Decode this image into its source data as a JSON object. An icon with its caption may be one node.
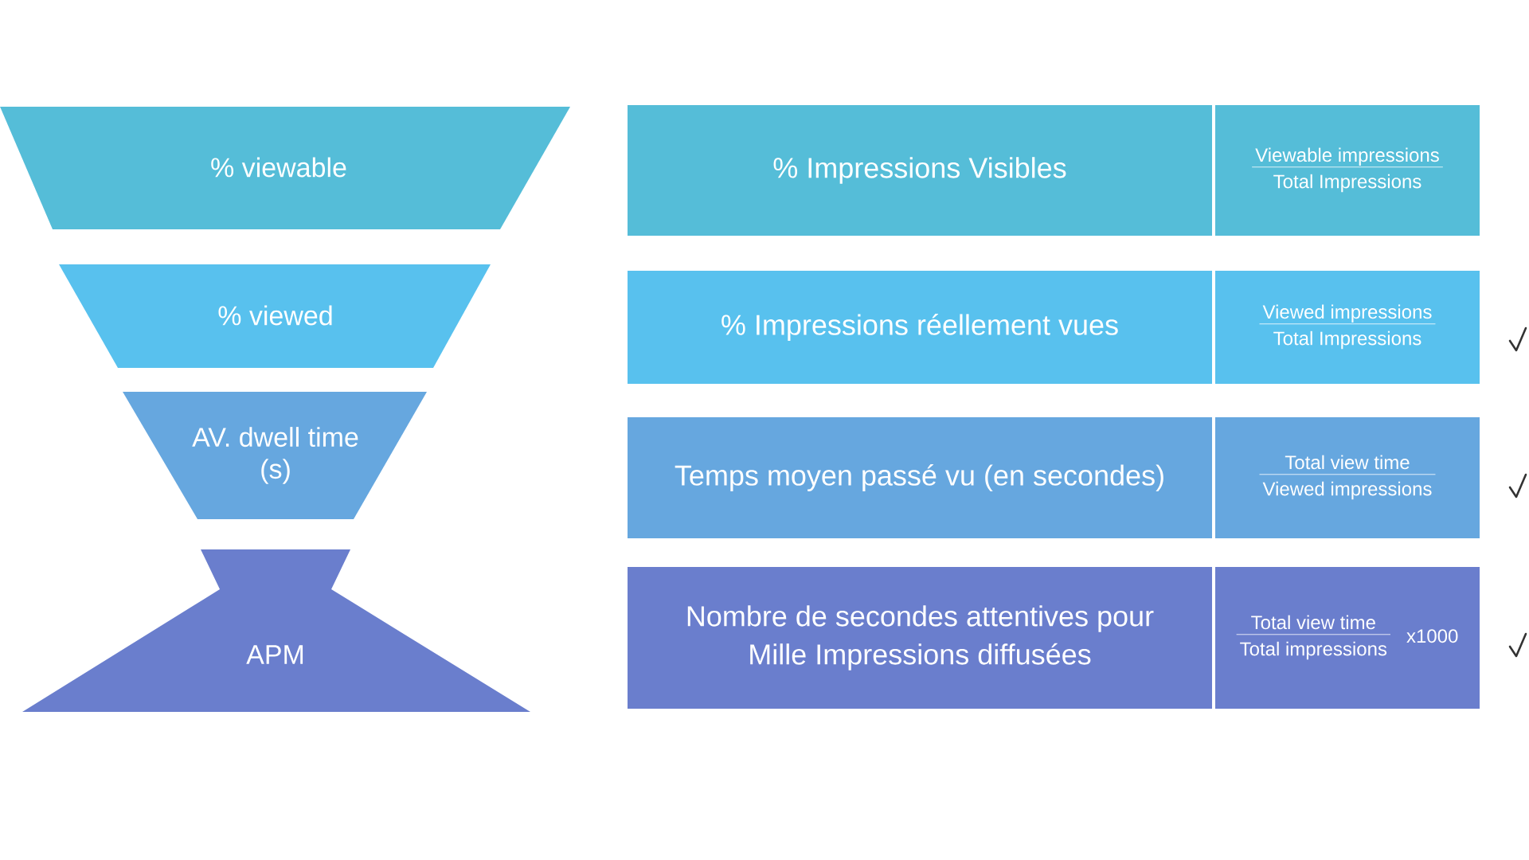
{
  "diagram": {
    "nodes": [
      {
        "text": [
          "% viewable"
        ]
      },
      {
        "text": [
          "% viewed"
        ]
      },
      {
        "text": [
          "AV. dwell time (s)"
        ]
      },
      {
        "text": [
          "APM"
        ]
      },
      {
        "text": [
          "% Impressions Visibles"
        ]
      },
      {
        "text": [
          "Viewable impressions",
          "Total Impressions"
        ]
      },
      {
        "text": [
          "% Impressions réellement vues"
        ]
      },
      {
        "text": [
          "Viewed impressions",
          "Total Impressions"
        ]
      },
      {
        "text": [
          "Temps moyen passé vu (en secondes)"
        ]
      },
      {
        "text": [
          "Total view time",
          "Viewed impressions"
        ]
      },
      {
        "text": [
          "Nombre de secondes attentives pour Mille Impressions diffusées"
        ]
      },
      {
        "text": [
          "Total view time",
          "Total impressions",
          "x1000"
        ]
      }
    ]
  }
}
